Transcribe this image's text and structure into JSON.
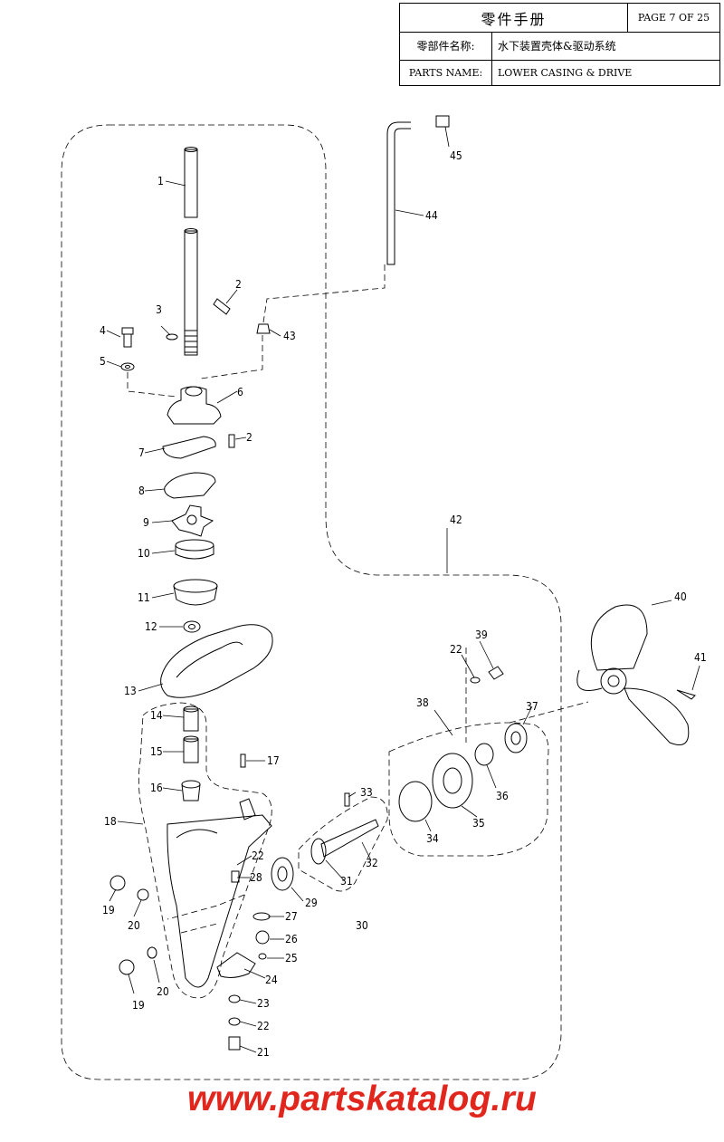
{
  "header": {
    "title_cn": "零件手册",
    "page": "PAGE 7 OF 25",
    "label_cn": "零部件名称:",
    "name_cn": "水下装置壳体&驱动系统",
    "label_en": "PARTS NAME:",
    "name_en": "LOWER CASING & DRIVE"
  },
  "callouts": [
    "1",
    "2",
    "3",
    "4",
    "5",
    "6",
    "2",
    "7",
    "8",
    "9",
    "10",
    "11",
    "12",
    "13",
    "14",
    "15",
    "16",
    "17",
    "18",
    "22",
    "28",
    "19",
    "20",
    "27",
    "26",
    "25",
    "24",
    "19",
    "20",
    "23",
    "22",
    "21",
    "29",
    "31",
    "30",
    "33",
    "32",
    "34",
    "35",
    "36",
    "37",
    "38",
    "22",
    "39",
    "40",
    "41",
    "42",
    "43",
    "44",
    "45"
  ],
  "watermark": "www.partskatalog.ru"
}
